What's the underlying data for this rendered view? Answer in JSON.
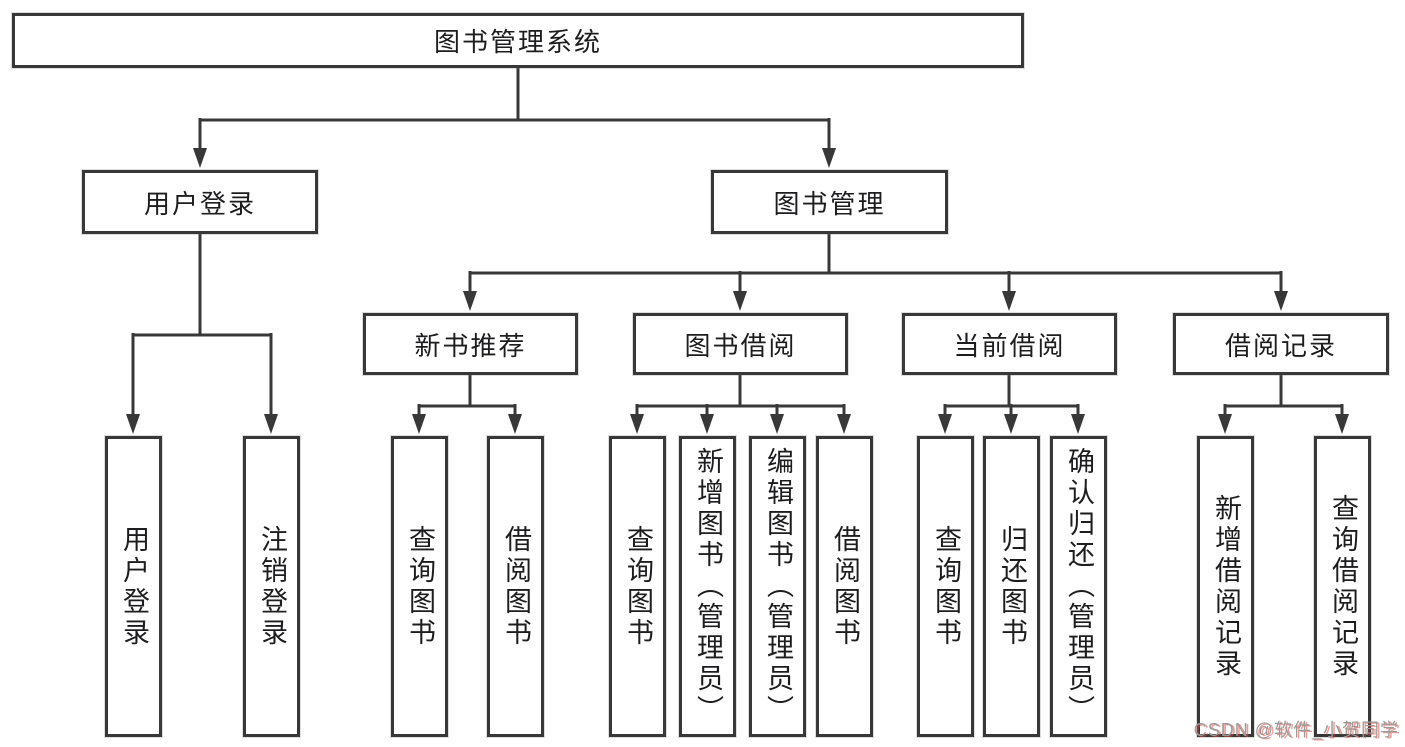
{
  "colors": {
    "line": "#383838",
    "box_border": "#383838",
    "text": "#1d1d1f",
    "background": "#ffffff",
    "watermark_gray": "#9b9b9b",
    "watermark_red": "#e0483e"
  },
  "nodes": {
    "root": {
      "label": "图书管理系统"
    },
    "l2": [
      {
        "label": "用户登录"
      },
      {
        "label": "图书管理"
      }
    ],
    "l3": [
      {
        "label": "新书推荐"
      },
      {
        "label": "图书借阅"
      },
      {
        "label": "当前借阅"
      },
      {
        "label": "借阅记录"
      }
    ],
    "g1": [
      {
        "label": "用户登录"
      },
      {
        "label": "注销登录"
      }
    ],
    "g2": [
      {
        "label": "查询图书"
      },
      {
        "label": "借阅图书"
      }
    ],
    "g3": [
      {
        "label": "查询图书"
      },
      {
        "label": "新增图书（管理员）"
      },
      {
        "label": "编辑图书（管理员）"
      },
      {
        "label": "借阅图书"
      }
    ],
    "g4": [
      {
        "label": "查询图书"
      },
      {
        "label": "归还图书"
      },
      {
        "label": "确认归还（管理员）"
      }
    ],
    "g5": [
      {
        "label": "新增借阅记录"
      },
      {
        "label": "查询借阅记录"
      }
    ]
  },
  "watermark": {
    "text": "CSDN @软件_小贺同学"
  }
}
